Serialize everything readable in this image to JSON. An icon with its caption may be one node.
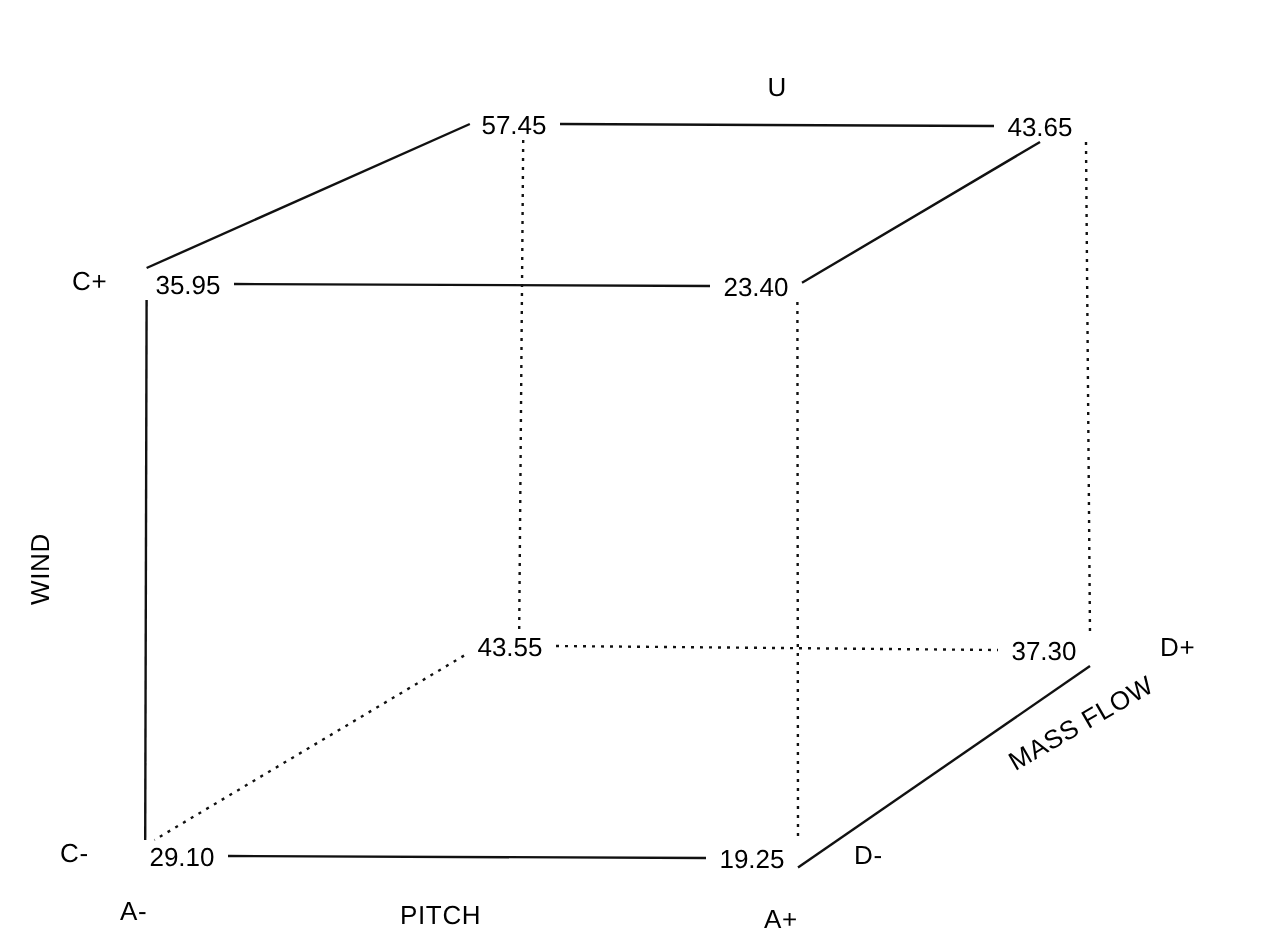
{
  "diagram": {
    "nodes": [
      {
        "text": [
          "57.45"
        ]
      },
      {
        "text": [
          "43.65"
        ]
      },
      {
        "text": [
          "35.95"
        ]
      },
      {
        "text": [
          "23.40"
        ]
      },
      {
        "text": [
          "43.55"
        ]
      },
      {
        "text": [
          "37.30"
        ]
      },
      {
        "text": [
          "29.10"
        ]
      },
      {
        "text": [
          "19.25"
        ]
      }
    ],
    "edges": [
      {
        "from": 0,
        "to": 1,
        "arrow": "none",
        "label": "U"
      },
      {
        "from": 0,
        "to": 2,
        "arrow": "none"
      },
      {
        "from": 0,
        "to": 4,
        "arrow": "none",
        "style": "dashed"
      },
      {
        "from": 1,
        "to": 3,
        "arrow": "none"
      },
      {
        "from": 1,
        "to": 5,
        "arrow": "none",
        "style": "dashed"
      },
      {
        "from": 2,
        "to": 3,
        "arrow": "none"
      },
      {
        "from": 2,
        "to": 6,
        "arrow": "none"
      },
      {
        "from": 3,
        "to": 7,
        "arrow": "none",
        "style": "dashed"
      },
      {
        "from": 4,
        "to": 5,
        "arrow": "none",
        "style": "dashed"
      },
      {
        "from": 4,
        "to": 6,
        "arrow": "none",
        "style": "dashed"
      },
      {
        "from": 6,
        "to": 7,
        "arrow": "none"
      },
      {
        "from": 7,
        "to": 5,
        "arrow": "none"
      }
    ],
    "labels": [
      "C+",
      "WIND",
      "D+",
      "MASS FLOW",
      "C-",
      "D-",
      "A-",
      "PITCH",
      "A+"
    ]
  }
}
